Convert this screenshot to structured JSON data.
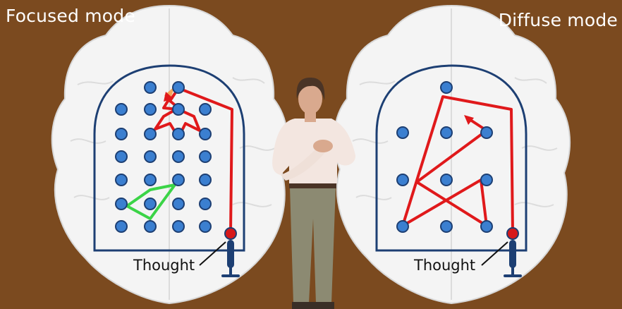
{
  "labels": {
    "focused_title": "Focused mode",
    "diffuse_title": "Diffuse mode",
    "thought_left": "Thought",
    "thought_right": "Thought"
  },
  "colors": {
    "background": "#7b4a1f",
    "brain_fill": "#f4f4f4",
    "frame": "#1d3f73",
    "dot": "#3b7fd0",
    "path_red": "#e0191b",
    "path_green": "#3bd447",
    "start_dot": "#d6191b",
    "highlight": "#f5a04a"
  }
}
